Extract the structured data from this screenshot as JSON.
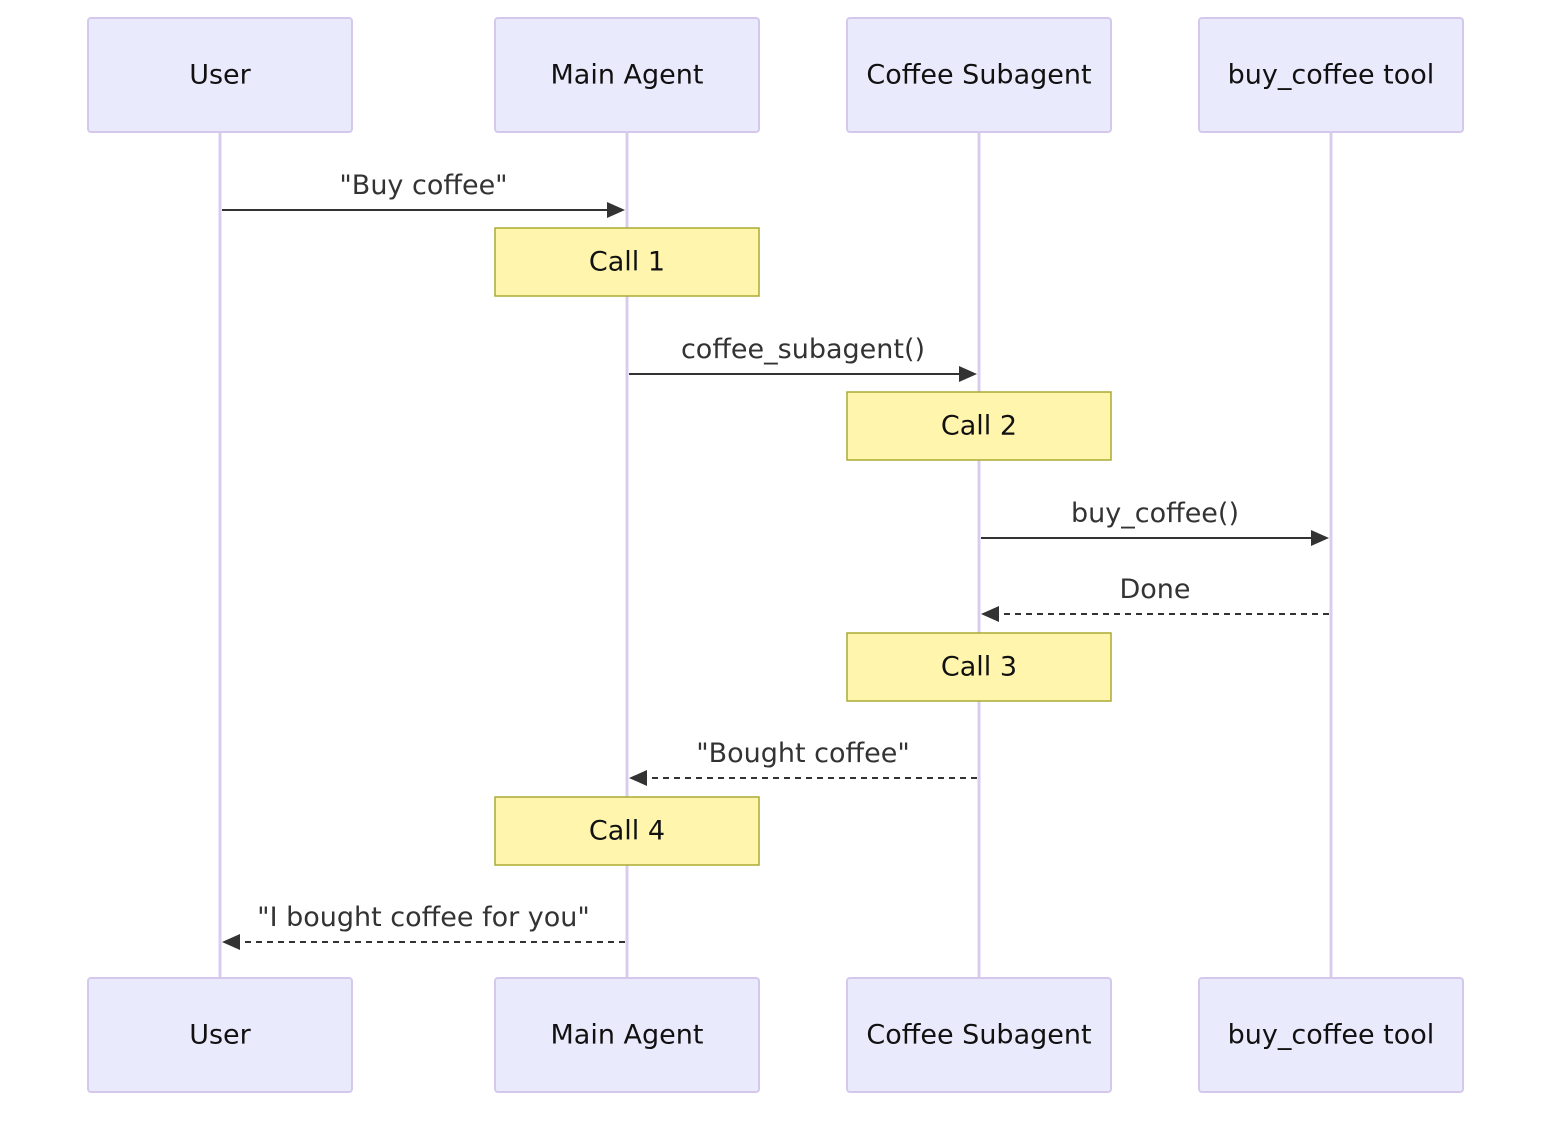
{
  "participants": [
    {
      "label": "User"
    },
    {
      "label": "Main Agent"
    },
    {
      "label": "Coffee Subagent"
    },
    {
      "label": "buy_coffee tool"
    }
  ],
  "steps": [
    {
      "kind": "message",
      "from": 0,
      "to": 1,
      "label": "\"Buy coffee\"",
      "style": "solid"
    },
    {
      "kind": "note",
      "over": 1,
      "label": "Call 1"
    },
    {
      "kind": "message",
      "from": 1,
      "to": 2,
      "label": "coffee_subagent()",
      "style": "solid"
    },
    {
      "kind": "note",
      "over": 2,
      "label": "Call 2"
    },
    {
      "kind": "message",
      "from": 2,
      "to": 3,
      "label": "buy_coffee()",
      "style": "solid"
    },
    {
      "kind": "message",
      "from": 3,
      "to": 2,
      "label": "Done",
      "style": "dashed"
    },
    {
      "kind": "note",
      "over": 2,
      "label": "Call 3"
    },
    {
      "kind": "message",
      "from": 2,
      "to": 1,
      "label": "\"Bought coffee\"",
      "style": "dashed"
    },
    {
      "kind": "note",
      "over": 1,
      "label": "Call 4"
    },
    {
      "kind": "message",
      "from": 1,
      "to": 0,
      "label": "\"I bought coffee for you\"",
      "style": "dashed"
    }
  ],
  "colors": {
    "actor_fill": "#eaeafd",
    "actor_border": "#d6c8ec",
    "lifeline": "#d9cdee",
    "note_fill": "#fff5ad",
    "note_border": "#aaaa33",
    "arrow": "#333333"
  }
}
